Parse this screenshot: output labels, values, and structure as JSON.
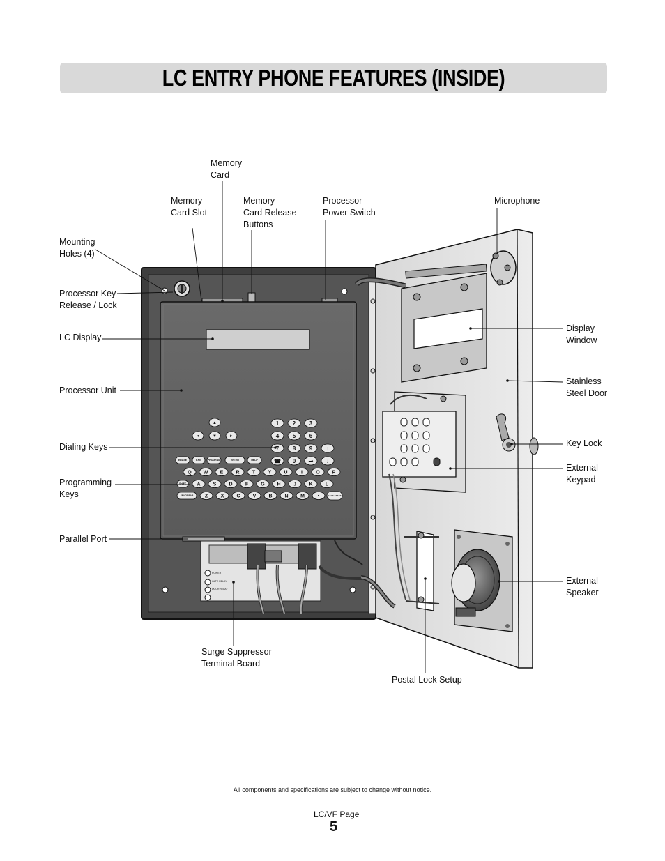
{
  "title": "LC ENTRY PHONE FEATURES (INSIDE)",
  "labels": {
    "memory_card": "Memory\nCard",
    "memory_card_slot": "Memory\nCard Slot",
    "memory_card_release": "Memory\nCard Release\nButtons",
    "processor_power_switch": "Processor\nPower Switch",
    "microphone": "Microphone",
    "mounting_holes": "Mounting\nHoles (4)",
    "processor_key": "Processor Key\nRelease / Lock",
    "lc_display": "LC Display",
    "processor_unit": "Processor Unit",
    "dialing_keys": "Dialing Keys",
    "programming_keys": "Programming\nKeys",
    "parallel_port": "Parallel Port",
    "surge_suppressor": "Surge Suppressor\nTerminal Board",
    "postal_lock": "Postal Lock Setup",
    "display_window": "Display\nWindow",
    "stainless_door": "Stainless\nSteel Door",
    "key_lock": "Key Lock",
    "external_keypad": "External\nKeypad",
    "external_speaker": "External\nSpeaker"
  },
  "keys": {
    "arrow_row1": [
      "▲"
    ],
    "arrow_row2": [
      "◄",
      "▼",
      "►"
    ],
    "num_row1": [
      "1",
      "2",
      "3"
    ],
    "num_row2": [
      "4",
      "5",
      "6"
    ],
    "num_row3": [
      "7",
      "8",
      "9",
      "↑"
    ],
    "num_row4": [
      "☎",
      "0",
      "⊸",
      "↓"
    ],
    "func_row": [
      "ERASE",
      "EXIT",
      "PROGRAM",
      "ENTER",
      "HELP"
    ],
    "qwerty_row1": [
      "Q",
      "W",
      "E",
      "R",
      "T",
      "Y",
      "U",
      "I",
      "O",
      "P"
    ],
    "qwerty_row2": [
      "SHIFT",
      "A",
      "S",
      "D",
      "F",
      "G",
      "H",
      "J",
      "K",
      "L"
    ],
    "qwerty_row3": [
      "SPACE BAR",
      "Z",
      "X",
      "C",
      "V",
      "B",
      "N",
      "M",
      "•",
      "BACK SPACE"
    ]
  },
  "board_labels": [
    "POWER",
    "GATE RELAY",
    "DOOR RELAY"
  ],
  "footer": {
    "note": "All components and specifications are subject to change without notice.",
    "page_label": "LC/VF Page",
    "page_number": "5"
  }
}
